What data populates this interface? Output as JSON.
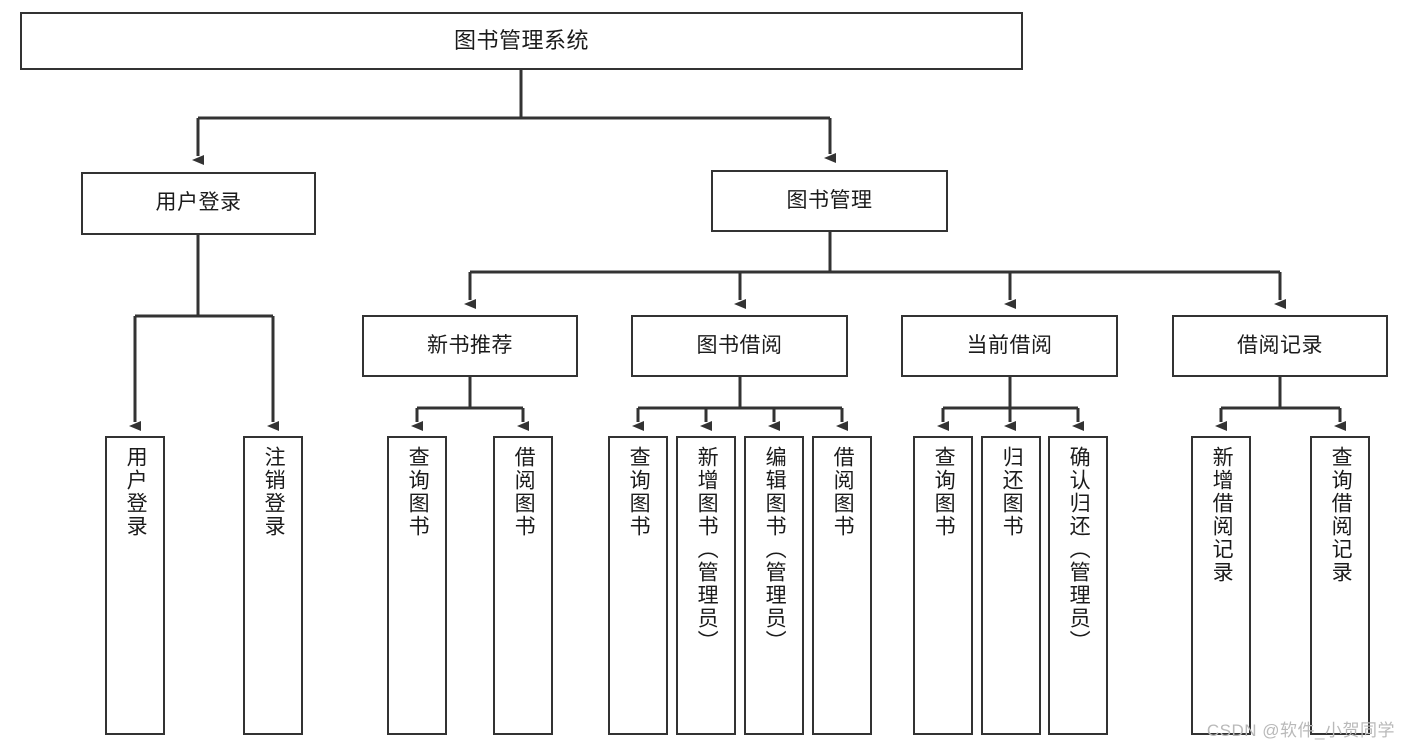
{
  "diagram": {
    "type": "tree-hierarchy",
    "title": "图书管理系统",
    "root": {
      "id": "root",
      "label": "图书管理系统"
    },
    "level2": [
      {
        "id": "user-login",
        "label": "用户登录"
      },
      {
        "id": "book-manage",
        "label": "图书管理"
      }
    ],
    "level3": [
      {
        "id": "new-book-recommend",
        "label": "新书推荐",
        "parent": "book-manage"
      },
      {
        "id": "book-borrow",
        "label": "图书借阅",
        "parent": "book-manage"
      },
      {
        "id": "current-borrow",
        "label": "当前借阅",
        "parent": "book-manage"
      },
      {
        "id": "borrow-record",
        "label": "借阅记录",
        "parent": "book-manage"
      }
    ],
    "leaves": [
      {
        "id": "leaf-user-login",
        "label": "用户登录",
        "parent": "user-login"
      },
      {
        "id": "leaf-user-logout",
        "label": "注销登录",
        "parent": "user-login"
      },
      {
        "id": "leaf-query-book-1",
        "label": "查询图书",
        "parent": "new-book-recommend"
      },
      {
        "id": "leaf-borrow-book-1",
        "label": "借阅图书",
        "parent": "new-book-recommend"
      },
      {
        "id": "leaf-query-book-2",
        "label": "查询图书",
        "parent": "book-borrow"
      },
      {
        "id": "leaf-add-book",
        "label": "新增图书（管理员）",
        "parent": "book-borrow"
      },
      {
        "id": "leaf-edit-book",
        "label": "编辑图书（管理员）",
        "parent": "book-borrow"
      },
      {
        "id": "leaf-borrow-book-2",
        "label": "借阅图书",
        "parent": "book-borrow"
      },
      {
        "id": "leaf-query-book-3",
        "label": "查询图书",
        "parent": "current-borrow"
      },
      {
        "id": "leaf-return-book",
        "label": "归还图书",
        "parent": "current-borrow"
      },
      {
        "id": "leaf-confirm-return",
        "label": "确认归还（管理员）",
        "parent": "current-borrow"
      },
      {
        "id": "leaf-add-record",
        "label": "新增借阅记录",
        "parent": "borrow-record"
      },
      {
        "id": "leaf-query-record",
        "label": "查询借阅记录",
        "parent": "borrow-record"
      }
    ],
    "watermark": "CSDN @软件_小贺同学",
    "colors": {
      "stroke": "#333333",
      "fill": "#ffffff",
      "text": "#1b1b1b",
      "watermark": "#b9b9b9"
    }
  }
}
